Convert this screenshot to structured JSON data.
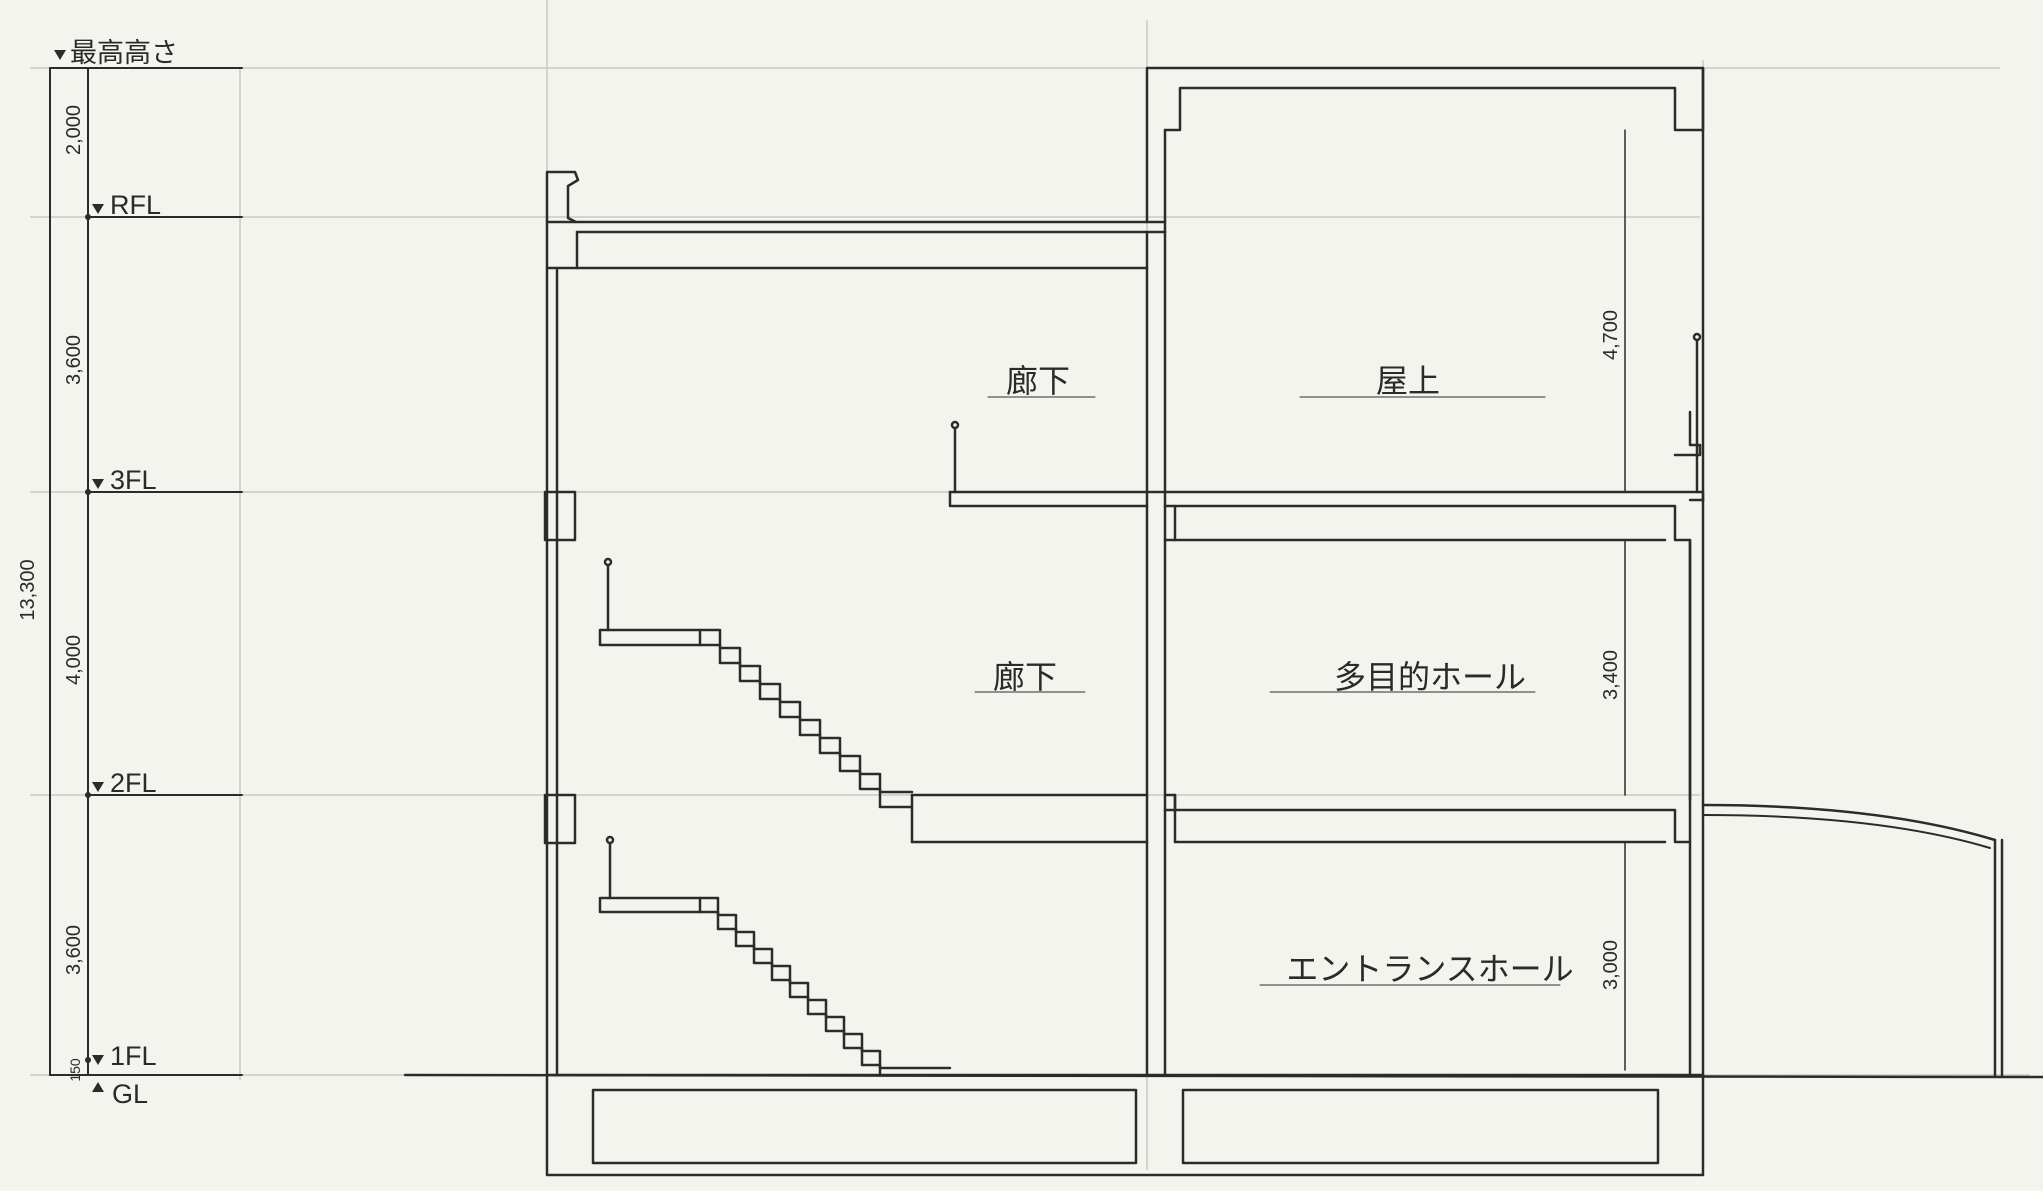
{
  "levels": {
    "top": "最高高さ",
    "rfl": "RFL",
    "fl3": "3FL",
    "fl2": "2FL",
    "fl1": "1FL",
    "gl": "GL"
  },
  "dimensions": {
    "total": "13,300",
    "top_seg": "2,000",
    "rfl_seg": "3,600",
    "fl3_seg": "4,000",
    "fl2_seg": "3,600",
    "gl_seg": "150",
    "rooftop_height": "4,700",
    "hall_height": "3,400",
    "entrance_height": "3,000"
  },
  "rooms": {
    "corridor_3f": "廊下",
    "rooftop": "屋上",
    "corridor_2f": "廊下",
    "multipurpose_hall": "多目的ホール",
    "entrance_hall": "エントランスホール"
  }
}
